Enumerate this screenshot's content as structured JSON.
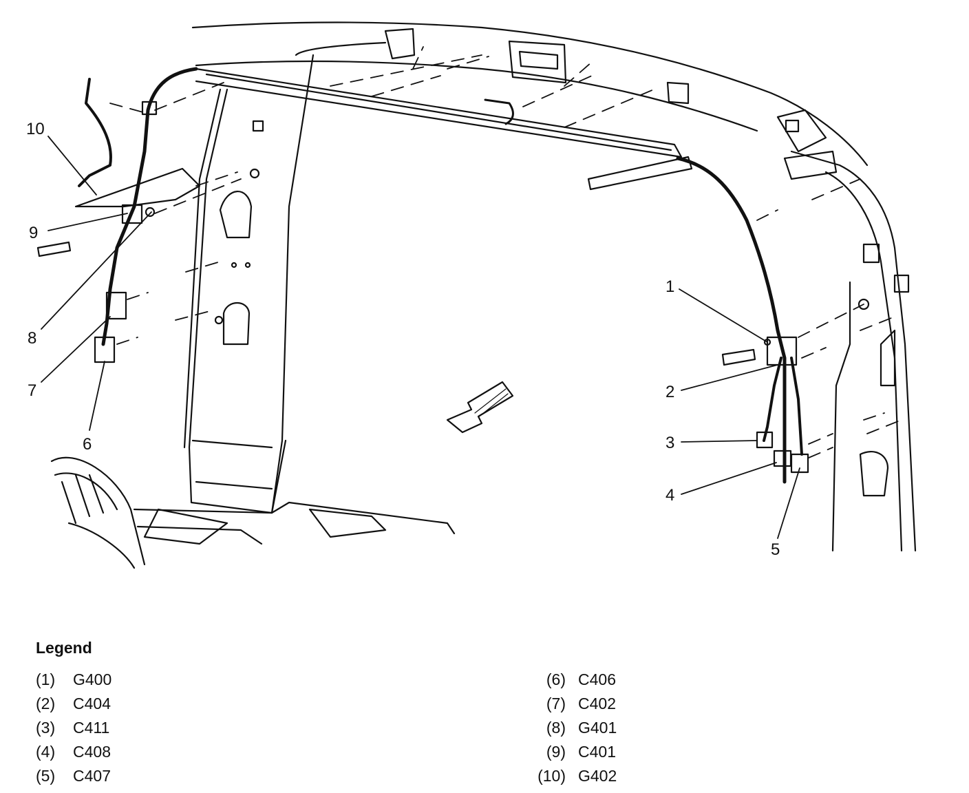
{
  "callouts": [
    {
      "n": "1",
      "label": "1"
    },
    {
      "n": "2",
      "label": "2"
    },
    {
      "n": "3",
      "label": "3"
    },
    {
      "n": "4",
      "label": "4"
    },
    {
      "n": "5",
      "label": "5"
    },
    {
      "n": "6",
      "label": "6"
    },
    {
      "n": "7",
      "label": "7"
    },
    {
      "n": "8",
      "label": "8"
    },
    {
      "n": "9",
      "label": "9"
    },
    {
      "n": "10",
      "label": "10"
    }
  ],
  "legend": {
    "title": "Legend",
    "items": [
      {
        "num": "(1)",
        "code": "G400"
      },
      {
        "num": "(2)",
        "code": "C404"
      },
      {
        "num": "(3)",
        "code": "C411"
      },
      {
        "num": "(4)",
        "code": "C408"
      },
      {
        "num": "(5)",
        "code": "C407"
      },
      {
        "num": "(6)",
        "code": "C406"
      },
      {
        "num": "(7)",
        "code": "C402"
      },
      {
        "num": "(8)",
        "code": "G401"
      },
      {
        "num": "(9)",
        "code": "C401"
      },
      {
        "num": "(10)",
        "code": "G402"
      }
    ]
  }
}
